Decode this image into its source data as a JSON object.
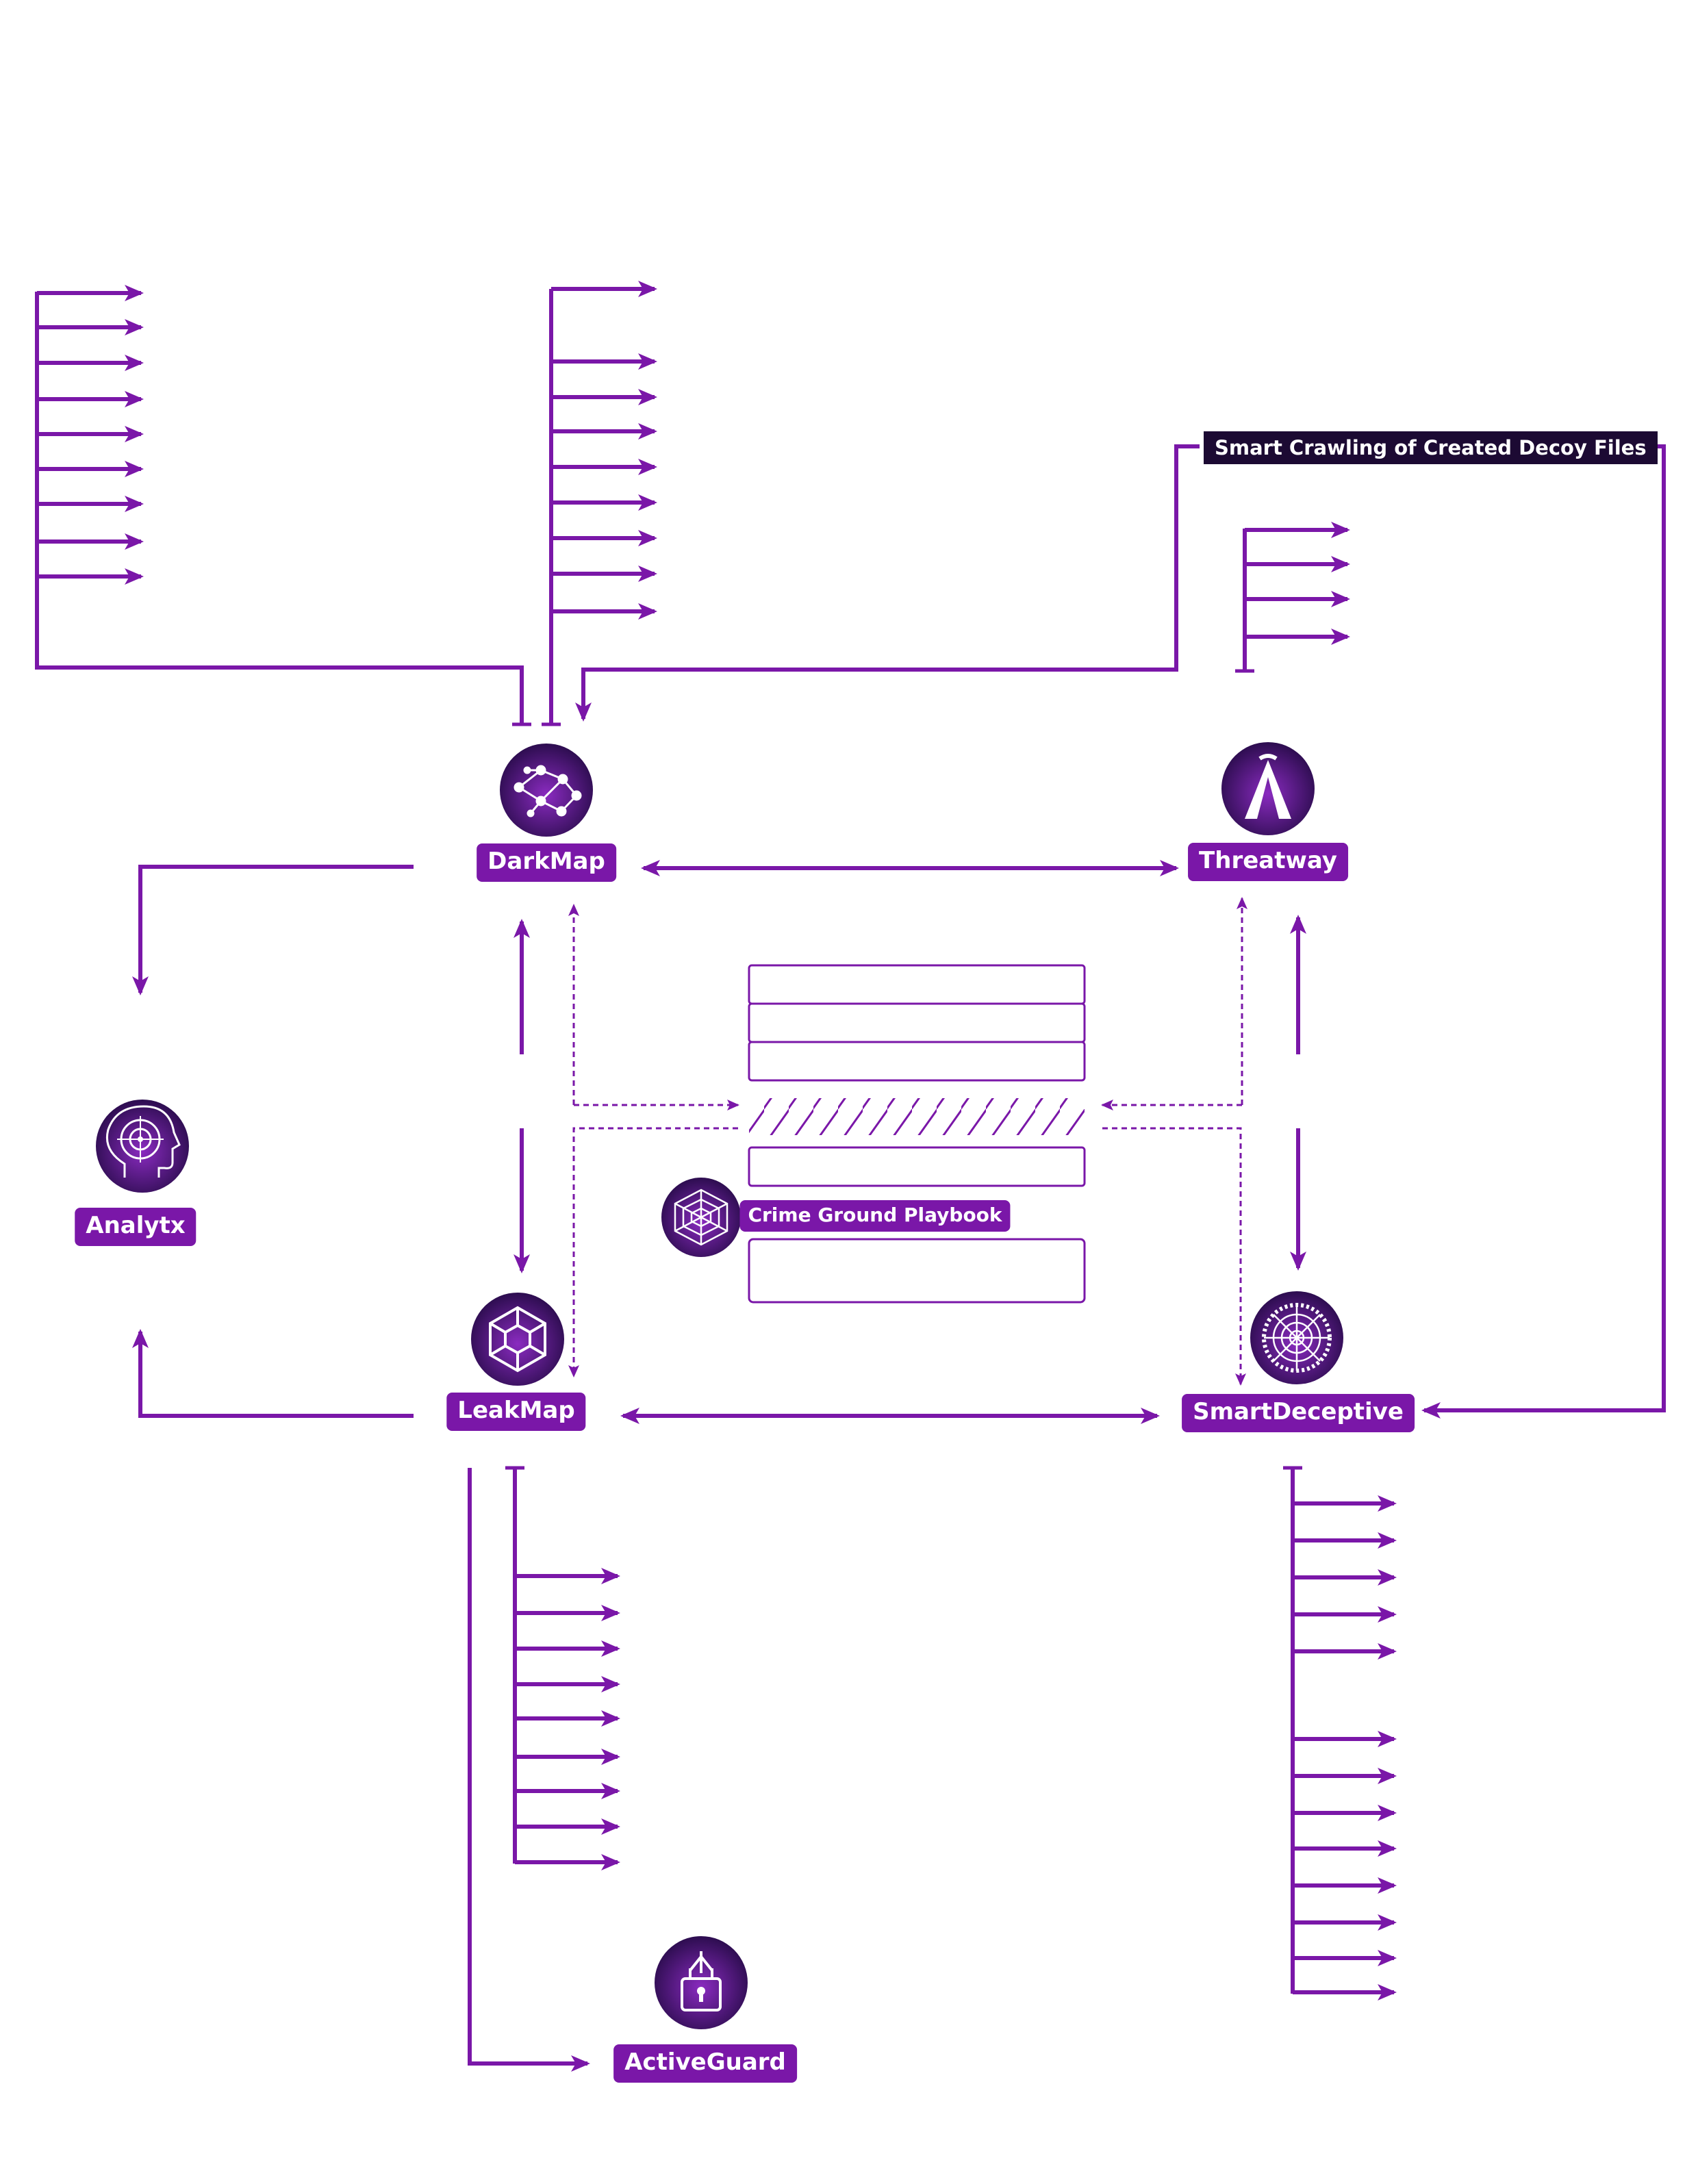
{
  "nodes": {
    "darkmap": {
      "label": "DarkMap",
      "icon": "neural-network-icon"
    },
    "threatway": {
      "label": "Threatway",
      "icon": "road-icon"
    },
    "leakmap": {
      "label": "LeakMap",
      "icon": "hexagon-network-icon"
    },
    "smartdeceptive": {
      "label": "SmartDeceptive",
      "icon": "spider-web-icon"
    },
    "analytx": {
      "label": "Analytx",
      "icon": "head-target-icon"
    },
    "activeguard": {
      "label": "ActiveGuard",
      "icon": "padlock-icon"
    },
    "playbook": {
      "label": "Crime Ground Playbook",
      "icon": "web-icon"
    }
  },
  "annotations": {
    "decoy": "Smart Crawling of Created Decoy Files"
  },
  "colors": {
    "accent": "#7a17a8",
    "dark": "#1c0a33"
  }
}
